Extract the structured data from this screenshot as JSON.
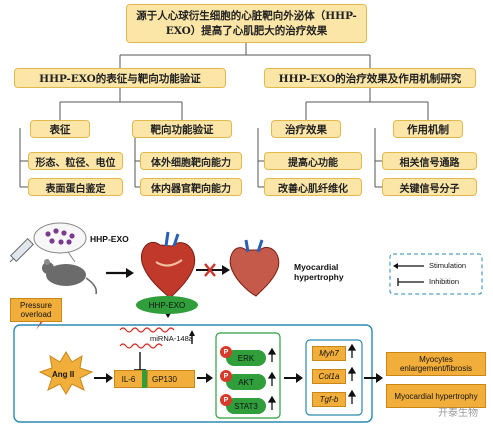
{
  "flow": {
    "title": "源于人心球衍生细胞的心脏靶向外泌体（HHP-EXO）提高了心肌肥大的治疗效果",
    "left": {
      "heading": "HHP-EXO的表征与靶向功能验证",
      "char": {
        "heading": "表征",
        "items": [
          "形态、粒径、电位",
          "表面蛋白鉴定"
        ]
      },
      "target": {
        "heading": "靶向功能验证",
        "items": [
          "体外细胞靶向能力",
          "体内器官靶向能力"
        ]
      }
    },
    "right": {
      "heading": "HHP-EXO的治疗效果及作用机制研究",
      "effect": {
        "heading": "治疗效果",
        "items": [
          "提高心功能",
          "改善心肌纤维化"
        ]
      },
      "mech": {
        "heading": "作用机制",
        "items": [
          "相关信号通路",
          "关键信号分子"
        ]
      }
    }
  },
  "diagram": {
    "hhp_exo_label": "HHP-EXO",
    "pressure": "Pressure overload",
    "myocardial": "Myocardial hypertrophy",
    "legend": {
      "stimulation": "Stimulation",
      "inhibition": "Inhibition"
    },
    "hhp_exo_ellipse": "HHP-EXO",
    "mirna": "miRNA-148a",
    "ang": "Ang II",
    "il6": "IL-6",
    "gp130": "GP130",
    "p": "P",
    "erk": "ERK",
    "akt": "AKT",
    "stat3": "STAT3",
    "genes": [
      "Myh7",
      "Col1a",
      "Tgf-b"
    ],
    "outcome1": "Myocytes enlargement/fibrosis",
    "outcome2": "Myocardial hypertrophy",
    "watermark": "开泰生物"
  },
  "colors": {
    "box_fill": "#fbe6a8",
    "box_border": "#e2b94d",
    "orange": "#f2ae3a",
    "green": "#2f9e3b",
    "teal_border": "#2a8ab0",
    "red": "#d83a2b"
  }
}
